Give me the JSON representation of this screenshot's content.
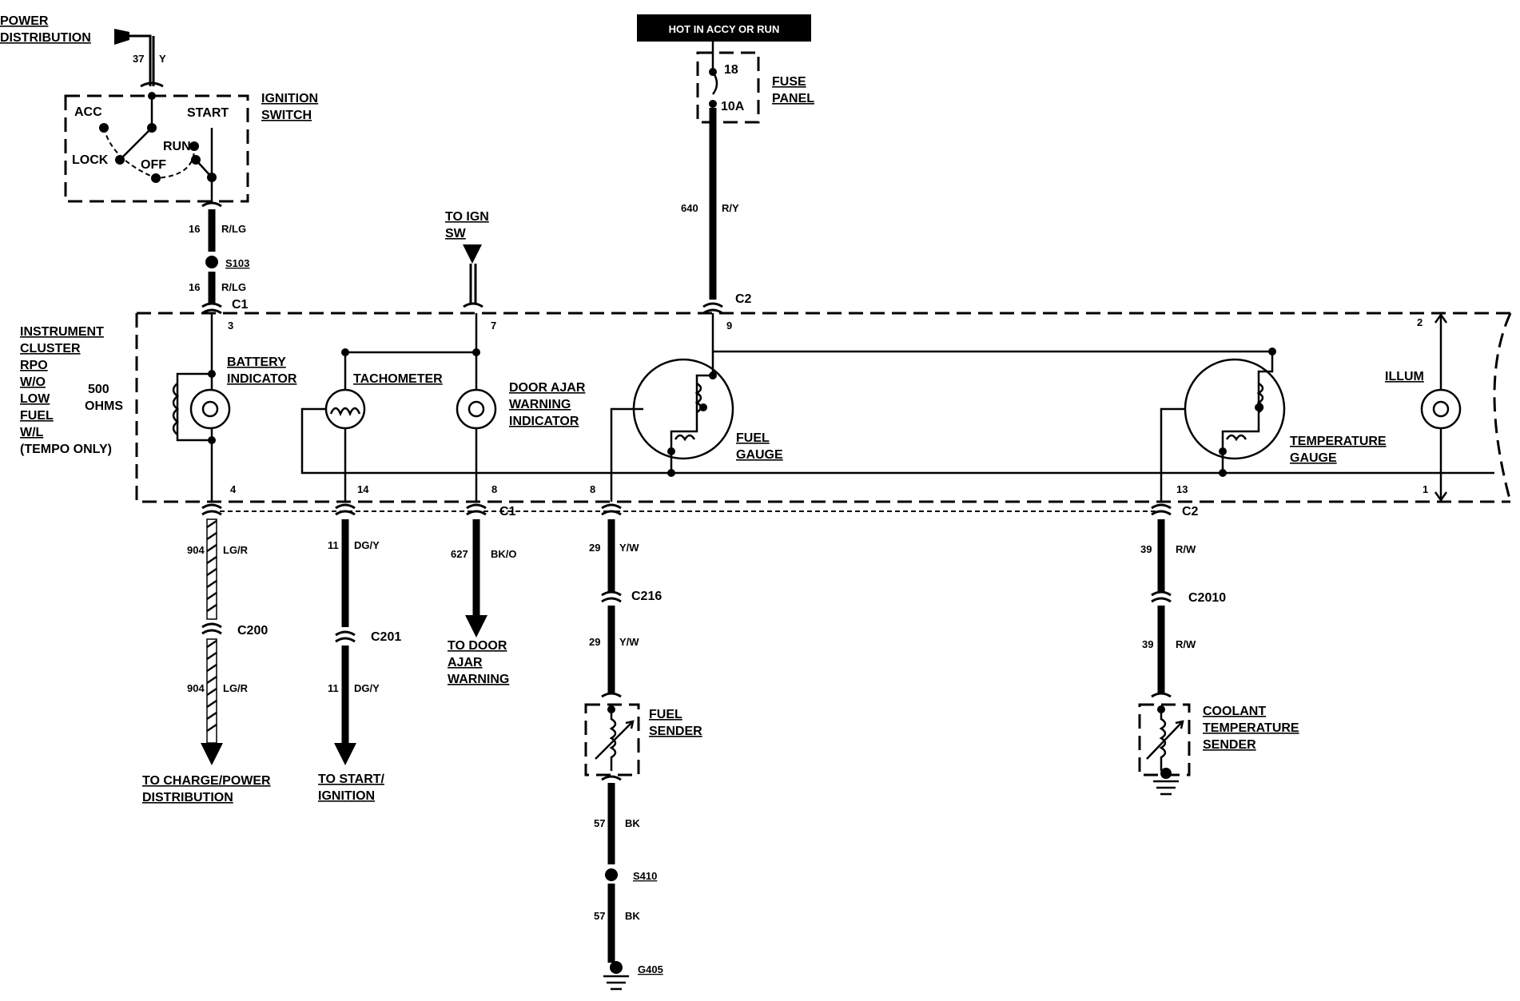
{
  "header": {
    "hot_label": "HOT IN ACCY OR RUN"
  },
  "power_distribution": {
    "line1": "POWER",
    "line2": "DISTRIBUTION"
  },
  "ignition_switch": {
    "title_line1": "IGNITION",
    "title_line2": "SWITCH",
    "positions": {
      "acc": "ACC",
      "start": "START",
      "run": "RUN",
      "lock": "LOCK",
      "off": "OFF"
    }
  },
  "fuse_panel": {
    "title_line1": "FUSE",
    "title_line2": "PANEL",
    "fuse_number": "18",
    "rating": "10A"
  },
  "cluster": {
    "title_lines": [
      "INSTRUMENT",
      "CLUSTER",
      "RPO",
      "W/O",
      "LOW",
      "FUEL",
      "W/L",
      "(TEMPO ONLY)"
    ],
    "resistor_lines": [
      "500",
      "OHMS"
    ]
  },
  "components": {
    "battery_indicator": [
      "BATTERY",
      "INDICATOR"
    ],
    "tachometer": [
      "TACHOMETER"
    ],
    "door_ajar": [
      "DOOR AJAR",
      "WARNING",
      "INDICATOR"
    ],
    "fuel_gauge": [
      "FUEL",
      "GAUGE"
    ],
    "temperature_gauge": [
      "TEMPERATURE",
      "GAUGE"
    ],
    "illum": [
      "ILLUM"
    ],
    "fuel_sender": [
      "FUEL",
      "SENDER"
    ],
    "coolant_sender": [
      "COOLANT",
      "TEMPERATURE",
      "SENDER"
    ]
  },
  "wires": {
    "w37": {
      "num": "37",
      "color": "Y"
    },
    "w16a": {
      "num": "16",
      "color": "R/LG"
    },
    "w16b": {
      "num": "16",
      "color": "R/LG"
    },
    "w640": {
      "num": "640",
      "color": "R/Y"
    },
    "w904a": {
      "num": "904",
      "color": "LG/R"
    },
    "w904b": {
      "num": "904",
      "color": "LG/R"
    },
    "w11a": {
      "num": "11",
      "color": "DG/Y"
    },
    "w11b": {
      "num": "11",
      "color": "DG/Y"
    },
    "w627": {
      "num": "627",
      "color": "BK/O"
    },
    "w29a": {
      "num": "29",
      "color": "Y/W"
    },
    "w29b": {
      "num": "29",
      "color": "Y/W"
    },
    "w39a": {
      "num": "39",
      "color": "R/W"
    },
    "w39b": {
      "num": "39",
      "color": "R/W"
    },
    "w57a": {
      "num": "57",
      "color": "BK"
    },
    "w57b": {
      "num": "57",
      "color": "BK"
    }
  },
  "connectors": {
    "c1_top": "C1",
    "c2_top": "C2",
    "c1_bottom": "C1",
    "c2_bottom": "C2",
    "c200": "C200",
    "c201": "C201",
    "c216": "C216",
    "c2010": "C2010"
  },
  "pins": {
    "p3": "3",
    "p7": "7",
    "p9": "9",
    "p2": "2",
    "p4": "4",
    "p14": "14",
    "p8a": "8",
    "p8b": "8",
    "p13": "13",
    "p1": "1"
  },
  "splices": {
    "s103": "S103",
    "s410": "S410"
  },
  "grounds": {
    "g405": "G405"
  },
  "destinations": {
    "to_ign_sw": [
      "TO IGN",
      "SW"
    ],
    "to_door_ajar": [
      "TO DOOR",
      "AJAR",
      "WARNING"
    ],
    "to_charge": [
      "TO CHARGE/POWER",
      "DISTRIBUTION"
    ],
    "to_start": [
      "TO START/",
      "IGNITION"
    ]
  }
}
